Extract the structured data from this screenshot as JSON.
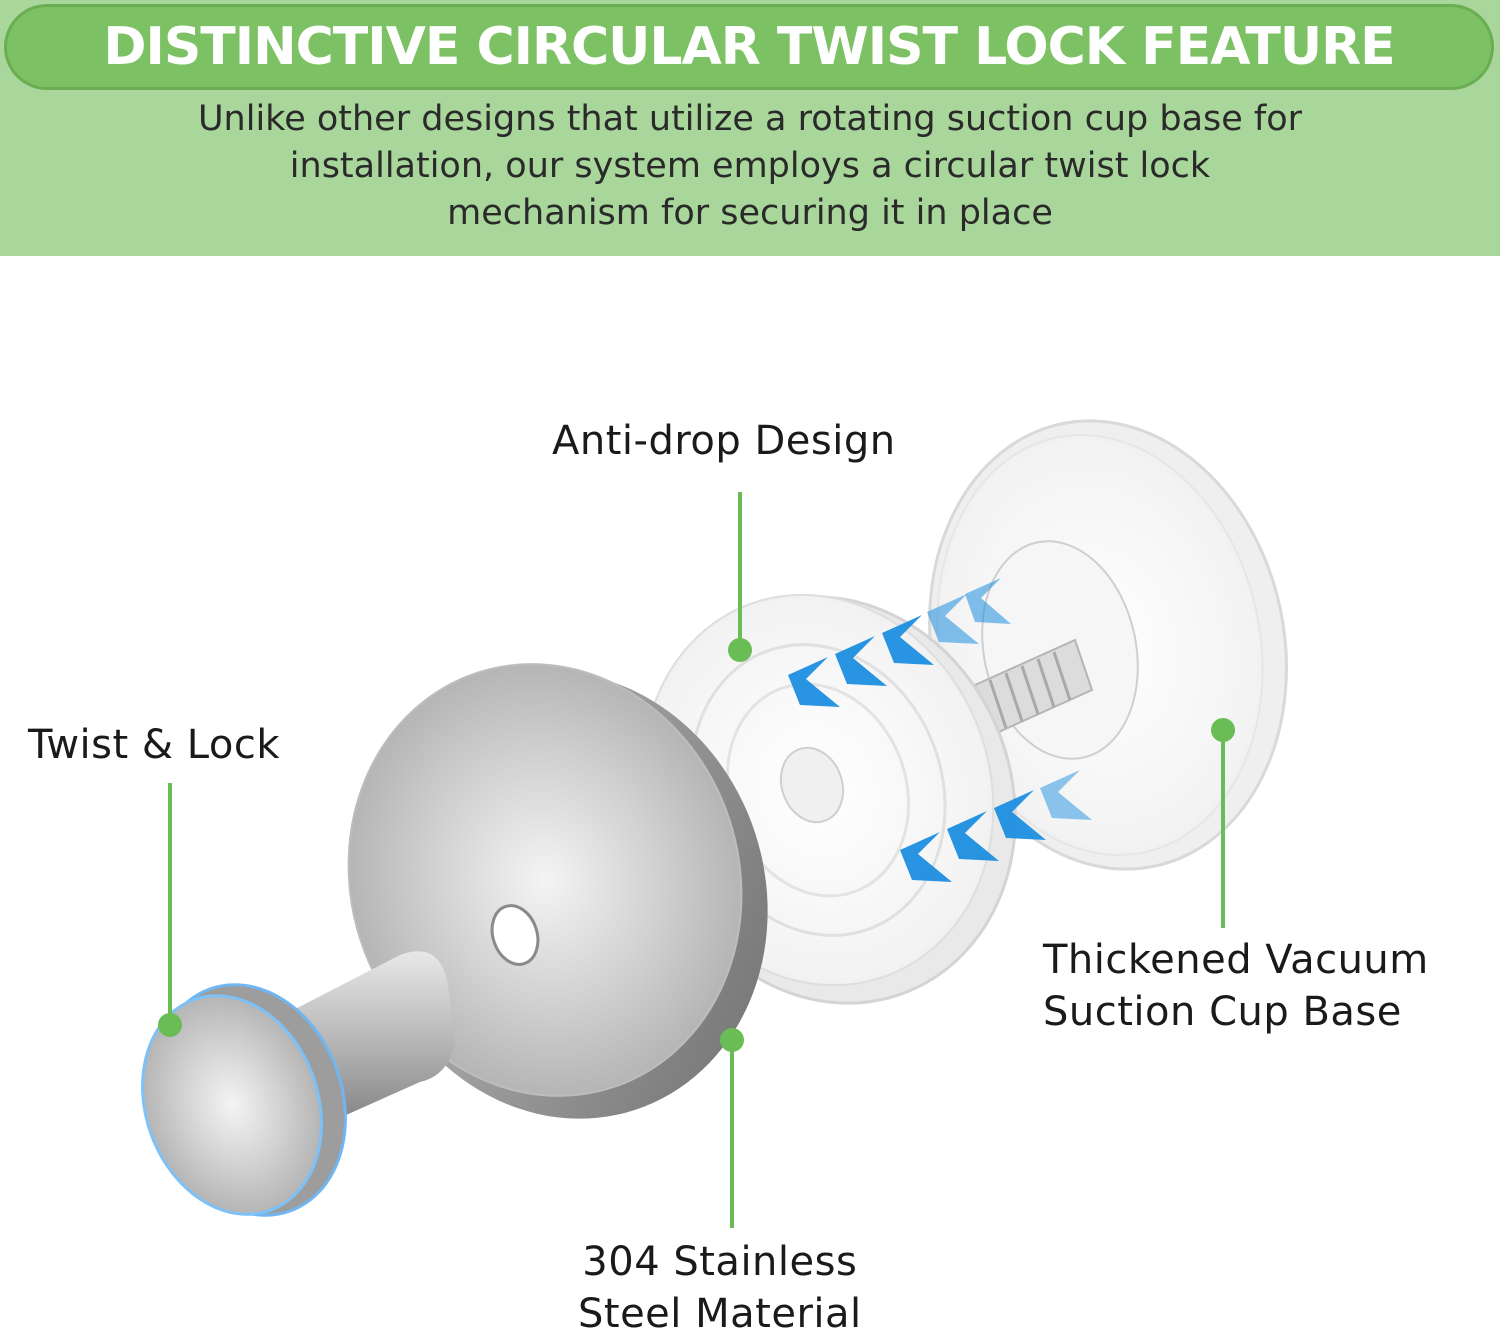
{
  "header": {
    "title": "DISTINCTIVE CIRCULAR TWIST LOCK FEATURE",
    "description_lines": [
      "Unlike other designs that utilize a rotating suction cup base for",
      "installation, our system employs a circular twist lock",
      "mechanism for securing it in place"
    ]
  },
  "callouts": {
    "anti_drop": "Anti-drop Design",
    "twist_lock": "Twist & Lock",
    "suction_base": [
      "Thickened Vacuum",
      "Suction Cup Base"
    ],
    "material": [
      "304 Stainless",
      "Steel Material"
    ]
  },
  "colors": {
    "header_bg": "#a9d79b",
    "title_pill": "#7cc163",
    "callout_green": "#6abd55",
    "arrow_blue": "#1e8fe0"
  }
}
